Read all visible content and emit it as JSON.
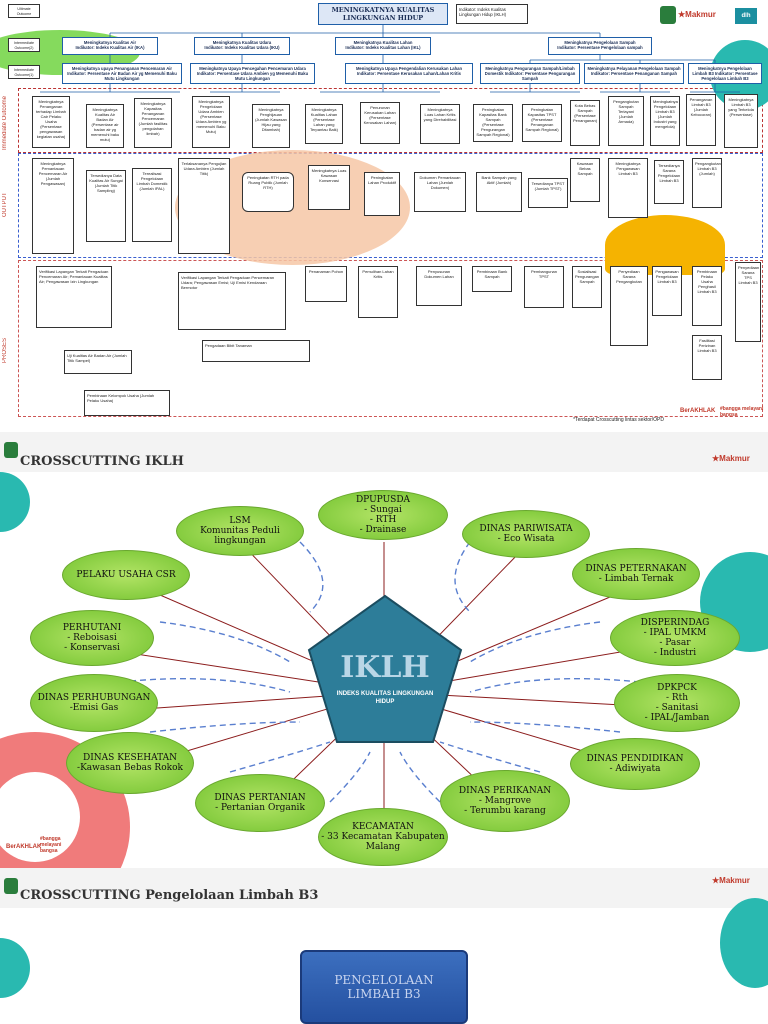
{
  "s1": {
    "title": "MENINGKATNYA KUALITAS LINGKUNGAN HIDUP",
    "top_indicator": "Indikator: Indeks Kualitas Lingkungan Hidup (IKLH)",
    "left_labels": [
      "Ultimate Outcome",
      "Intermediate Outcome(2)",
      "Intermediate Outcome(1)",
      "Immediate Outcome",
      "OUTPUT",
      "PROSES"
    ],
    "level2": [
      {
        "t": "Meningkatnya Kualitas Air",
        "i": "Indikator: Indeks Kualitas Air (IKA)"
      },
      {
        "t": "Meningkatnya Kualitas Udara",
        "i": "Indikator: Indeks Kualitas Udara (IKU)"
      },
      {
        "t": "Meningkatnya Kualitas Lahan",
        "i": "Indikator: Indeks Kualitas Lahan (IKL)"
      },
      {
        "t": "Meningkatnya Pengelolaan Sampah",
        "i": "Indikator: Persentase Pengelolaan sampah"
      }
    ],
    "level3": [
      "Meningkatnya upaya Penanganan Pencemaran Air Indikator: Persentase Air Badan Air yg Memenuhi Baku Mutu Lingkungan",
      "Meningkatnya Upaya Pencegahan Pencemaran Udara Indikator: Persentase Udara Ambien yg Memenuhi Baku Mutu Lingkungan",
      "Meningkatnya Upaya Pengendalian Kerusakan Lahan Indikator: Persentase Kerusakan Lahan/Lahan Kritis",
      "Meningkatnya Pengurangan Sampah/Limbah Domestik Indikator: Persentase Pengurangan Sampah",
      "Meningkatnya Pelayanan Pengelolaan Sampah Indikator: Persentase Penanganan Sampah",
      "Meningkatnya Pengelolaan Limbah B3 Indikator: Persentase Pengelolaan Limbah B3"
    ],
    "immediate": [
      "Meningkatnya Penanganan terhadap Limbah Cair Pelaku Usaha (Persentase pengawasan kegiatan usaha)",
      "Meningkatnya Kualitas Air Badan Air (Persentase air badan air yg memenuhi baku mutu)",
      "Meningkatnya Kapasitas Penanganan Pencemaran (Jumlah fasilitas pengolahan limbah)",
      "Meningkatnya Pengelolaan Udara Ambien (Persentase Udara Ambien yg memenuhi Baku Mutu)",
      "Meningkatnya Penghijauan (Jumlah Kawasan Hijau yang Ditambah)",
      "Meningkatnya Kualitas Lahan (Persentase Lahan yang Terpantau Baik)",
      "Penurunan Kerusakan Lahan (Persentase Kerusakan Lahan)",
      "Meningkatnya Luas Lahan Kritis yang Direhabilitasi",
      "Peningkatan Kapasitas Bank Sampah (Persentase Pengurangan Sampah Regional)",
      "Peningkatan Kapasitas TPST (Persentase Penanganan Sampah Regional)",
      "Kota Bebas Sampah (Persentase Penanganan)",
      "Pengangkutan Sampah Terlayani (Jumlah Armada)",
      "Meningkatnya Pengelolaan Limbah B3 (Jumlah Industri yang mengelola)",
      "Penanganan Limbah B3 (Jumlah Kebocoran)",
      "Meningkatnya Limbah B3 yang Terkelola (Persentase)"
    ],
    "output": [
      "Meningkatnya Pemantauan Pencemaran Air (Jumlah Pengawasan)",
      "Tersedianya Data Kualitas Air Sungai (Jumlah Titik Sampling)",
      "Terealisasi Pengelolaan Limbah Domestik (Jumlah IPAL)",
      "Terlaksananya Pengujian Udara Ambien (Jumlah Titik)",
      "Peningkatan RTH pada Ruang Publik (Jumlah RTH)",
      "Meningkatnya Luas Kawasan Konservasi",
      "Peningkatan Lahan Produktif",
      "Dokumen Pemantauan Lahan (Jumlah Dokumen)",
      "Bank Sampah yang Aktif (Jumlah)",
      "Tersedianya TPST (Jumlah TPST)",
      "Kawasan Bebas Sampah",
      "Meningkatnya Pengawasan Limbah B3",
      "Tersedianya Sarana Pengelolaan Limbah B3",
      "Pengangkutan Limbah B3 (Jumlah)"
    ],
    "proses": [
      "Verifikasi Lapangan Terkait Pengaduan Pencemaran Air; Pemantauan Kualitas Air; Pengawasan Izin Lingkungan",
      "Uji Kualitas Air Badan Air (Jumlah Titik Sampel)",
      "Pembinaan Kelompok Usaha (Jumlah Pelaku Usaha)",
      "Verifikasi Lapangan Terkait Pengaduan Pencemaran Udara; Pengawasan Emisi; Uji Emisi Kendaraan Bermotor",
      "Pengadaan Bibit Tanaman",
      "Penanaman Pohon",
      "Pemulihan Lahan Kritis",
      "Penyusunan Dokumen Lahan",
      "Pembinaan Bank Sampah",
      "Pembangunan TPST",
      "Sosialisasi Pengurangan Sampah",
      "Penyediaan Sarana Pengangkutan",
      "Pengawasan Pengelolaan Limbah B3",
      "Pembinaan Pelaku Usaha Penghasil Limbah B3",
      "Fasilitasi Perizinan Limbah B3",
      "Penyediaan Sarana TPS Limbah B3"
    ],
    "footnote": "*Terdapat Crosscutting lintas sektor/OPD",
    "berakhlak": "BerAKHLAK",
    "bangga": "#bangga melayani bangsa"
  },
  "s2": {
    "title": "CROSSCUTTING IKLH",
    "center_title": "IKLH",
    "center_sub": "INDEKS KUALITAS LINGKUNGAN HIDUP",
    "makmur": "Makmur",
    "nodes": [
      {
        "l": "DPUPUSDA",
        "d": "- Sungai\n- RTH\n- Drainase"
      },
      {
        "l": "DINAS PARIWISATA",
        "d": "- Eco Wisata"
      },
      {
        "l": "DINAS PETERNAKAN",
        "d": "- Limbah Ternak"
      },
      {
        "l": "DISPERINDAG",
        "d": "- IPAL UMKM\n- Pasar\n- Industri"
      },
      {
        "l": "DPKPCK",
        "d": "- Rth\n- Sanitasi\n- IPAL/Jamban"
      },
      {
        "l": "DINAS PENDIDIKAN",
        "d": "- Adiwiyata"
      },
      {
        "l": "DINAS PERIKANAN",
        "d": "- Mangrove\n- Terumbu karang"
      },
      {
        "l": "KECAMATAN",
        "d": "- 33 Kecamatan Kabupaten Malang"
      },
      {
        "l": "DINAS PERTANIAN",
        "d": "- Pertanian Organik"
      },
      {
        "l": "DINAS KESEHATAN",
        "d": "-Kawasan Bebas Rokok"
      },
      {
        "l": "DINAS PERHUBUNGAN",
        "d": "-Emisi Gas"
      },
      {
        "l": "PERHUTANI",
        "d": "- Reboisasi\n- Konservasi"
      },
      {
        "l": "PELAKU USAHA CSR",
        "d": ""
      },
      {
        "l": "LSM",
        "d": "Komunitas Peduli lingkungan"
      }
    ]
  },
  "s3": {
    "title": "CROSSCUTTING Pengelolaan Limbah B3",
    "center": "PENGELOLAAN LIMBAH B3",
    "makmur": "Makmur"
  }
}
